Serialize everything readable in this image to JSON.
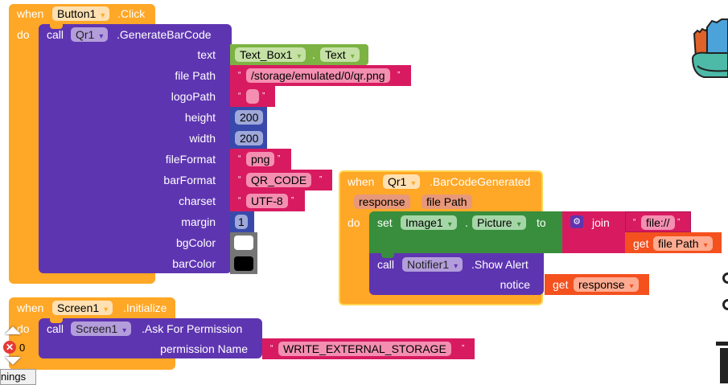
{
  "blocks": {
    "button_click": {
      "when": "when",
      "component": "Button1",
      "event": ".Click",
      "do": "do",
      "call": {
        "keyword": "call",
        "component": "Qr1",
        "method": ".GenerateBarCode",
        "params": [
          {
            "label": "text"
          },
          {
            "label": "file Path"
          },
          {
            "label": "logoPath"
          },
          {
            "label": "height"
          },
          {
            "label": "width"
          },
          {
            "label": "fileFormat"
          },
          {
            "label": "barFormat"
          },
          {
            "label": "charset"
          },
          {
            "label": "margin"
          },
          {
            "label": "bgColor"
          },
          {
            "label": "barColor"
          }
        ],
        "text_getter": {
          "component": "Text_Box1",
          "dot": ".",
          "property": "Text"
        },
        "file_path": "/storage/emulated/0/qr.png",
        "logo_path": "",
        "height": "200",
        "width": "200",
        "file_format": "png",
        "bar_format": "QR_CODE",
        "charset": "UTF-8",
        "margin": "1",
        "bg_color": "#ffffff",
        "bar_color": "#000000"
      }
    },
    "barcode_generated": {
      "when": "when",
      "component": "Qr1",
      "event": ".BarCodeGenerated",
      "params": [
        "response",
        "file Path"
      ],
      "do": "do",
      "set": {
        "keyword": "set",
        "component": "Image1",
        "dot": ".",
        "property": "Picture",
        "to": "to",
        "join": {
          "label": "join",
          "text": "file://",
          "get_keyword": "get",
          "get_var": "file Path"
        }
      },
      "alert": {
        "keyword": "call",
        "component": "Notifier1",
        "method": ".Show Alert",
        "param_label": "notice",
        "get_keyword": "get",
        "get_var": "response"
      }
    },
    "screen_init": {
      "when": "when",
      "component": "Screen1",
      "event": ".Initialize",
      "do": "do",
      "call": {
        "keyword": "call",
        "component": "Screen1",
        "method": ".Ask For Permission",
        "param_label": "permission Name",
        "value": "WRITE_EXTERNAL_STORAGE"
      }
    }
  },
  "quote_open": "“",
  "quote_close": "”",
  "warnings": {
    "error_count": "0",
    "toggle_label": "nings"
  },
  "colors": {
    "event": "#ffa726",
    "procedure": "#5e35b1",
    "text": "#d81b60",
    "math": "#3949ab",
    "component_getter": "#7cb342",
    "component_setter": "#388e3c",
    "variable": "#f4511e",
    "color": "#757575"
  }
}
